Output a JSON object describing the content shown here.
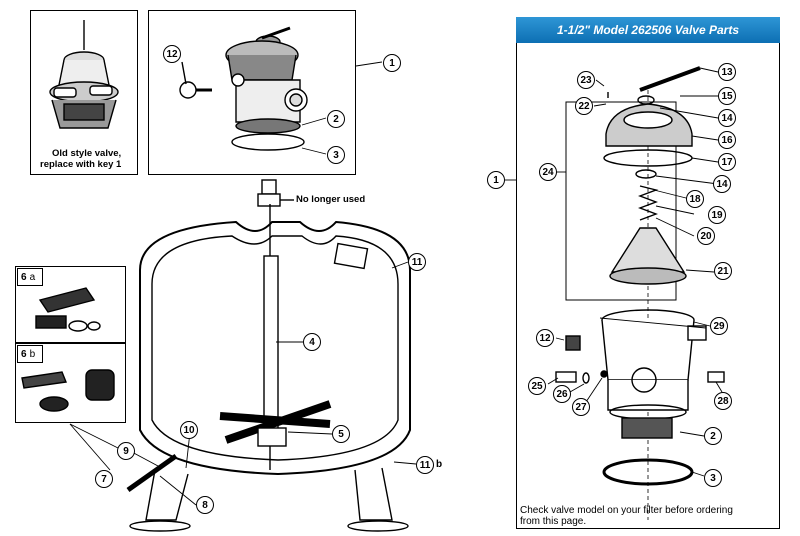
{
  "parts_panel": {
    "title": "1-1/2\" Model 262506  Valve Parts"
  },
  "labels": {
    "old_valve_caption_1": "Old style valve,",
    "old_valve_caption_2": "replace with key 1",
    "no_longer_used": "No longer used",
    "footer_note_1": "Check valve model on your filter before ordering",
    "footer_note_2": "from this page."
  },
  "inset_tags": {
    "a": "6",
    "a_letter": "a",
    "b": "6",
    "b_letter": "b"
  },
  "callouts_main": [
    "1",
    "2",
    "3",
    "4",
    "5",
    "7",
    "8",
    "9",
    "10",
    "11",
    "11b",
    "12"
  ],
  "callouts_parts": [
    "1",
    "2",
    "3",
    "12",
    "13",
    "14",
    "14",
    "15",
    "16",
    "17",
    "18",
    "19",
    "20",
    "21",
    "22",
    "23",
    "24",
    "25",
    "26",
    "27",
    "28",
    "29"
  ],
  "callout_text": {
    "m1": "1",
    "m2": "2",
    "m3": "3",
    "m4": "4",
    "m5": "5",
    "m7": "7",
    "m8": "8",
    "m9": "9",
    "m10": "10",
    "m11": "11",
    "m11b": "11",
    "m11b_suffix": "b",
    "m12": "12",
    "p1": "1",
    "p2": "2",
    "p3": "3",
    "p12": "12",
    "p13": "13",
    "p14a": "14",
    "p14b": "14",
    "p15": "15",
    "p16": "16",
    "p17": "17",
    "p18": "18",
    "p19": "19",
    "p20": "20",
    "p21": "21",
    "p22": "22",
    "p23": "23",
    "p24": "24",
    "p25": "25",
    "p26": "26",
    "p27": "27",
    "p28": "28",
    "p29": "29"
  }
}
